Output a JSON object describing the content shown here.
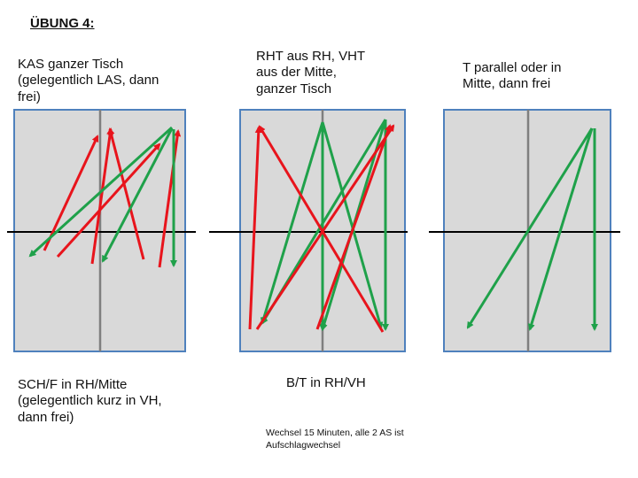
{
  "title": "ÜBUNG 4:",
  "tables": [
    {
      "label_top": "KAS ganzer Tisch\n(gelegentlich LAS, dann\nfrei)",
      "label_bottom": "SCH/F in RH/Mitte\n(gelegentlich kurz in VH,\ndann frei)"
    },
    {
      "label_top": "RHT aus RH, VHT\naus der Mitte,\nganzer Tisch",
      "label_bottom": "B/T in RH/VH"
    },
    {
      "label_top": "T parallel oder in\nMitte, dann frei",
      "label_bottom": ""
    }
  ],
  "footnote": "Wechsel 15 Minuten, alle 2 AS ist\nAufschlagwechsel",
  "colors": {
    "table_fill": "#d9d9d9",
    "table_border": "#4f81bd",
    "center_line": "#7f7f7f",
    "net": "#000000",
    "red": "#e8141c",
    "green": "#1fa14a"
  }
}
